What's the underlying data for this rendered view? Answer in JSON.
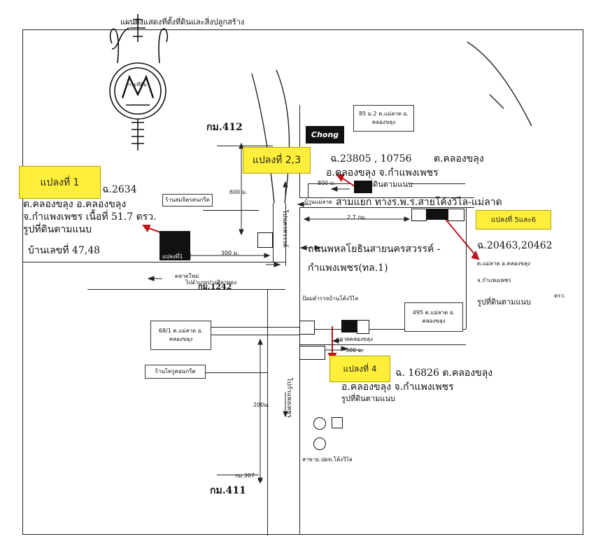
{
  "title": "แผนผังแสดงที่ตั้งที่ดินและสิ่งปลูกสร้าง",
  "emblem_text": "กรมที่ดิน",
  "km_labels": {
    "km412": "กม.412",
    "km411": "กม.411",
    "km1242": "กม.1242",
    "km307": "กม.307"
  },
  "plots": {
    "p1": {
      "label": "แปลงที่ 1",
      "deed_no": "ฉ.2634",
      "line1": "ต.คลองขลุง อ.คลองขลุง",
      "line2": "จ.กำแพงเพชร เนื้อที่ 51.7 ตรว.",
      "line3": "รูปที่ดินตามแนบ",
      "line4": "บ้านเลขที่ 47,48"
    },
    "p23": {
      "label": "แปลงที่ 2,3",
      "deed_no": "ฉ.23805 , 10756",
      "line1": "ต.คลองขลุง",
      "line2": "อ.คลองขลุง จ.กำแพงเพชร",
      "line3": "รูปที่ดินตามแนบ"
    },
    "p56": {
      "label": "แปลงที่ 5และ6",
      "deed_no": "ฉ.20463,20462",
      "line1": "ต.แม่ลาด อ.คลองขลุง",
      "line2": "จ.กำแพงเพชร",
      "line3": "รูปที่ดินตามแนบ",
      "line3_suffix": "ตรว."
    },
    "p4": {
      "label": "แปลงที่ 4",
      "deed_no": "ฉ. 16826 ต.คลองขลุง",
      "line1": "อ.คลองขลุง จ.กำแพงเพชร",
      "line2": "รูปที่ดินตามแนบ"
    }
  },
  "roads": {
    "main_road_1": "ถนนพหลโยธินสายนครสวรรค์ -",
    "main_road_2": "กำแพงเพชร(ทล.1)",
    "crossroad": "สามแยก ทางร.พ.ร.สายโค้งวิไล-แม่ลาด",
    "market": "ตลาดคลองขลุง",
    "to_amphoe": "ไปอำเภอปางศิลาทอง",
    "to_nakhon_sawan": "ไปนครสวรรค์",
    "to_kamphaeng": "ไปกำแพงเพชร",
    "village_mae_lat": "บ้านแม่ลาด",
    "market2": "ตลาดใหม่",
    "police_box": "ป้อมตำรวจบ้านโค้งวิไล"
  },
  "distances": {
    "d600": "600 ม.",
    "d300a": "300 ม.",
    "d800": "800 ม.",
    "d27": "2.7 กม.",
    "d300b": "300 ม.",
    "d200": "200ม."
  },
  "boxes": {
    "shop_top": "85 ม.2 ต.แม่ลาด อ.",
    "shop_top2": "คลองขลุง",
    "sinchai": "ร้านสมจิตรคนกรีต",
    "b495a": "495 ต.แม่ลาด อ.",
    "b495b": "คลองขลุง",
    "b681a": "68/1 ต.แม่ลาด อ.",
    "b681b": "คลองขลุง",
    "khongchu": "ร้านโครูคอนกรีต",
    "chong": "Chong",
    "black_label": "แปลงที่1"
  },
  "bottom": {
    "gas": "สาขาย.ปตท.โค้งวิไล"
  },
  "colors": {
    "label_bg": "#ffef3a",
    "arrow": "#c0141c"
  }
}
